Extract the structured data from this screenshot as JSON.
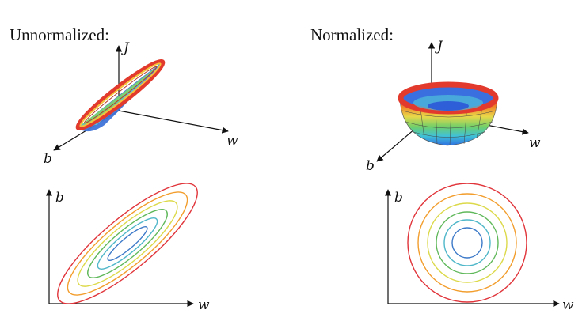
{
  "titles": {
    "left": "Unnormalized:",
    "right": "Normalized:"
  },
  "axes": {
    "J": "J",
    "w": "w",
    "b": "b"
  },
  "contour_colors": [
    "#e0343a",
    "#f29d2c",
    "#dcd94a",
    "#5fb85a",
    "#4fb7c9",
    "#3c79c8"
  ]
}
